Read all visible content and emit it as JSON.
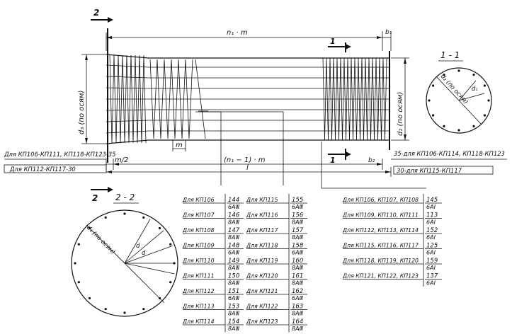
{
  "section_marks": {
    "section_2_top": "2",
    "section_2_bottom": "2",
    "section_1_top": "1",
    "section_1_bottom": "1"
  },
  "dimensions": {
    "top_span": "n₁ · m",
    "b1": "b₁",
    "b2": "b₂",
    "pitch_end": "m",
    "half_pitch": "m/2",
    "bottom_span": "(n₁ − 1) · m",
    "total_length": "l",
    "d3_axes": "d₃ (по осям)",
    "d2_axes": "d₂ (по осям)"
  },
  "callouts": {
    "left_top": "Для КП106-КП111, КП118-КП123-35",
    "left_bottom": "Для КП112-КП117-30",
    "right_top": "35-для КП106-КП114, КП118-КП123",
    "right_bottom": "30-для КП115-КП117"
  },
  "section_views": {
    "view_1": {
      "title": "1 - 1",
      "diameter_label": "d₂ (по осям)",
      "bar_label": "d₁"
    },
    "view_2": {
      "title": "2 - 2",
      "diameter_label": "d₄ (по осям)",
      "bar_label_1": "d",
      "bar_label_2": "d"
    }
  },
  "table_left": [
    {
      "label": "Для КП106",
      "value": "144",
      "spec": "6АⅢ"
    },
    {
      "label": "Для КП107",
      "value": "146",
      "spec": "8АⅢ"
    },
    {
      "label": "Для КП108",
      "value": "147",
      "spec": "8АⅢ"
    },
    {
      "label": "Для КП109",
      "value": "148",
      "spec": "6АⅢ"
    },
    {
      "label": "Для КП110",
      "value": "149",
      "spec": "8АⅢ"
    },
    {
      "label": "Для КП111",
      "value": "150",
      "spec": "8АⅢ"
    },
    {
      "label": "Для КП112",
      "value": "151",
      "spec": "6АⅢ"
    },
    {
      "label": "Для КП113",
      "value": "153",
      "spec": "8АⅢ"
    },
    {
      "label": "Для КП114",
      "value": "154",
      "spec": "8АⅢ"
    }
  ],
  "table_middle": [
    {
      "label": "Для КП115",
      "value": "155",
      "spec": "6АⅢ"
    },
    {
      "label": "Для КП116",
      "value": "156",
      "spec": "8АⅢ"
    },
    {
      "label": "Для КП117",
      "value": "157",
      "spec": "8АⅢ"
    },
    {
      "label": "Для КП118",
      "value": "158",
      "spec": "6АⅢ"
    },
    {
      "label": "Для КП119",
      "value": "160",
      "spec": "8АⅢ"
    },
    {
      "label": "Для КП120",
      "value": "161",
      "spec": "8АⅢ"
    },
    {
      "label": "Для КП121",
      "value": "162",
      "spec": "6АⅢ"
    },
    {
      "label": "Для КП122",
      "value": "163",
      "spec": "8АⅢ"
    },
    {
      "label": "Для КП123",
      "value": "164",
      "spec": "8АⅢ"
    }
  ],
  "table_right": [
    {
      "label": "Для КП106, КП107, КП108",
      "value": "145",
      "spec": "6АⅠ"
    },
    {
      "label": "Для КП109, КП110, КП111",
      "value": "113",
      "spec": "6АⅠ"
    },
    {
      "label": "Для КП112, КП113, КП114",
      "value": "152",
      "spec": "6АⅠ"
    },
    {
      "label": "Для КП115, КП116, КП117",
      "value": "125",
      "spec": "6АⅠ"
    },
    {
      "label": "Для КП118, КП119, КП120",
      "value": "159",
      "spec": "6АⅠ"
    },
    {
      "label": "Для КП121, КП122, КП123",
      "value": "137",
      "spec": "6АⅠ"
    }
  ]
}
